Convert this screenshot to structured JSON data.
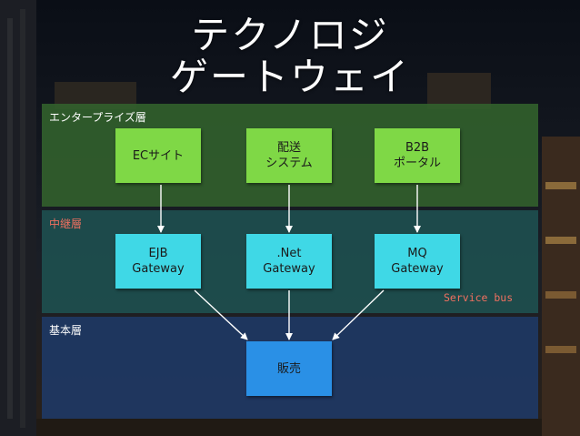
{
  "title": {
    "line1": "テクノロジ",
    "line2": "ゲートウェイ"
  },
  "layers": {
    "enterprise": {
      "label": "エンタープライズ層"
    },
    "relay": {
      "label": "中継層"
    },
    "base": {
      "label": "基本層"
    }
  },
  "boxes": {
    "ec": {
      "lines": [
        "ECサイト"
      ]
    },
    "delivery": {
      "lines": [
        "配送",
        "システム"
      ]
    },
    "b2b": {
      "lines": [
        "B2B",
        "ポータル"
      ]
    },
    "ejb": {
      "lines": [
        "EJB",
        "Gateway"
      ]
    },
    "net": {
      "lines": [
        ".Net",
        "Gateway"
      ]
    },
    "mq": {
      "lines": [
        "MQ",
        "Gateway"
      ]
    },
    "sales": {
      "lines": [
        "販売"
      ]
    }
  },
  "service_bus_label": "Service bus",
  "colors": {
    "enterprise_layer": "#32602c",
    "relay_layer": "#1e5050",
    "base_layer": "#1e3864",
    "application_box": "#7fd846",
    "gateway_box": "#3fd8e6",
    "service_box": "#2a90e6",
    "relay_label": "#f07060"
  }
}
